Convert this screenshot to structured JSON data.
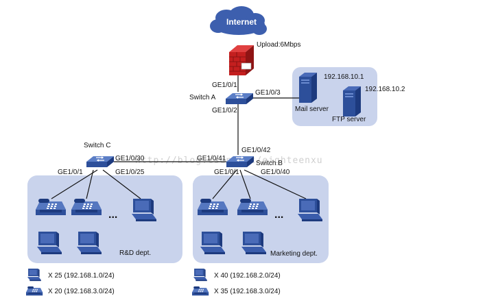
{
  "internet": {
    "label": "Internet"
  },
  "firewall": {
    "upload_label": "Upload:6Mbps"
  },
  "switch_a": {
    "name": "Switch A",
    "port_up": "GE1/0/1",
    "port_down": "GE1/0/2",
    "port_servers": "GE1/0/3"
  },
  "servers": {
    "mail": {
      "label": "Mail server",
      "ip": "192.168.10.1"
    },
    "ftp": {
      "label": "FTP server",
      "ip": "192.168.10.2"
    }
  },
  "switch_b": {
    "name": "Switch B",
    "port_up": "GE1/0/42",
    "port_left": "GE1/0/41",
    "port_down1": "GE1/0/1",
    "port_down2": "GE1/0/40"
  },
  "switch_c": {
    "name": "Switch C",
    "port_right": "GE1/0/30",
    "port_down1": "GE1/0/1",
    "port_down2": "GE1/0/25"
  },
  "departments": {
    "rd": {
      "label": "R&D dept.",
      "ellipsis": "..."
    },
    "marketing": {
      "label": "Marketing dept.",
      "ellipsis": "..."
    }
  },
  "legend": {
    "rd_pc": "X 25 (192.168.1.0/24)",
    "rd_phone": "X 20 (192.168.3.0/24)",
    "mk_pc": "X 40 (192.168.2.0/24)",
    "mk_phone": "X 35 (192.168.3.0/24)"
  },
  "watermark": "http://blog.csdn.net/eighteenxu",
  "colors": {
    "device_blue": "#2d4f9a",
    "zone_fill": "#c9d3ec",
    "cloud": "#3d5fae",
    "firewall": "#c41f1f"
  }
}
